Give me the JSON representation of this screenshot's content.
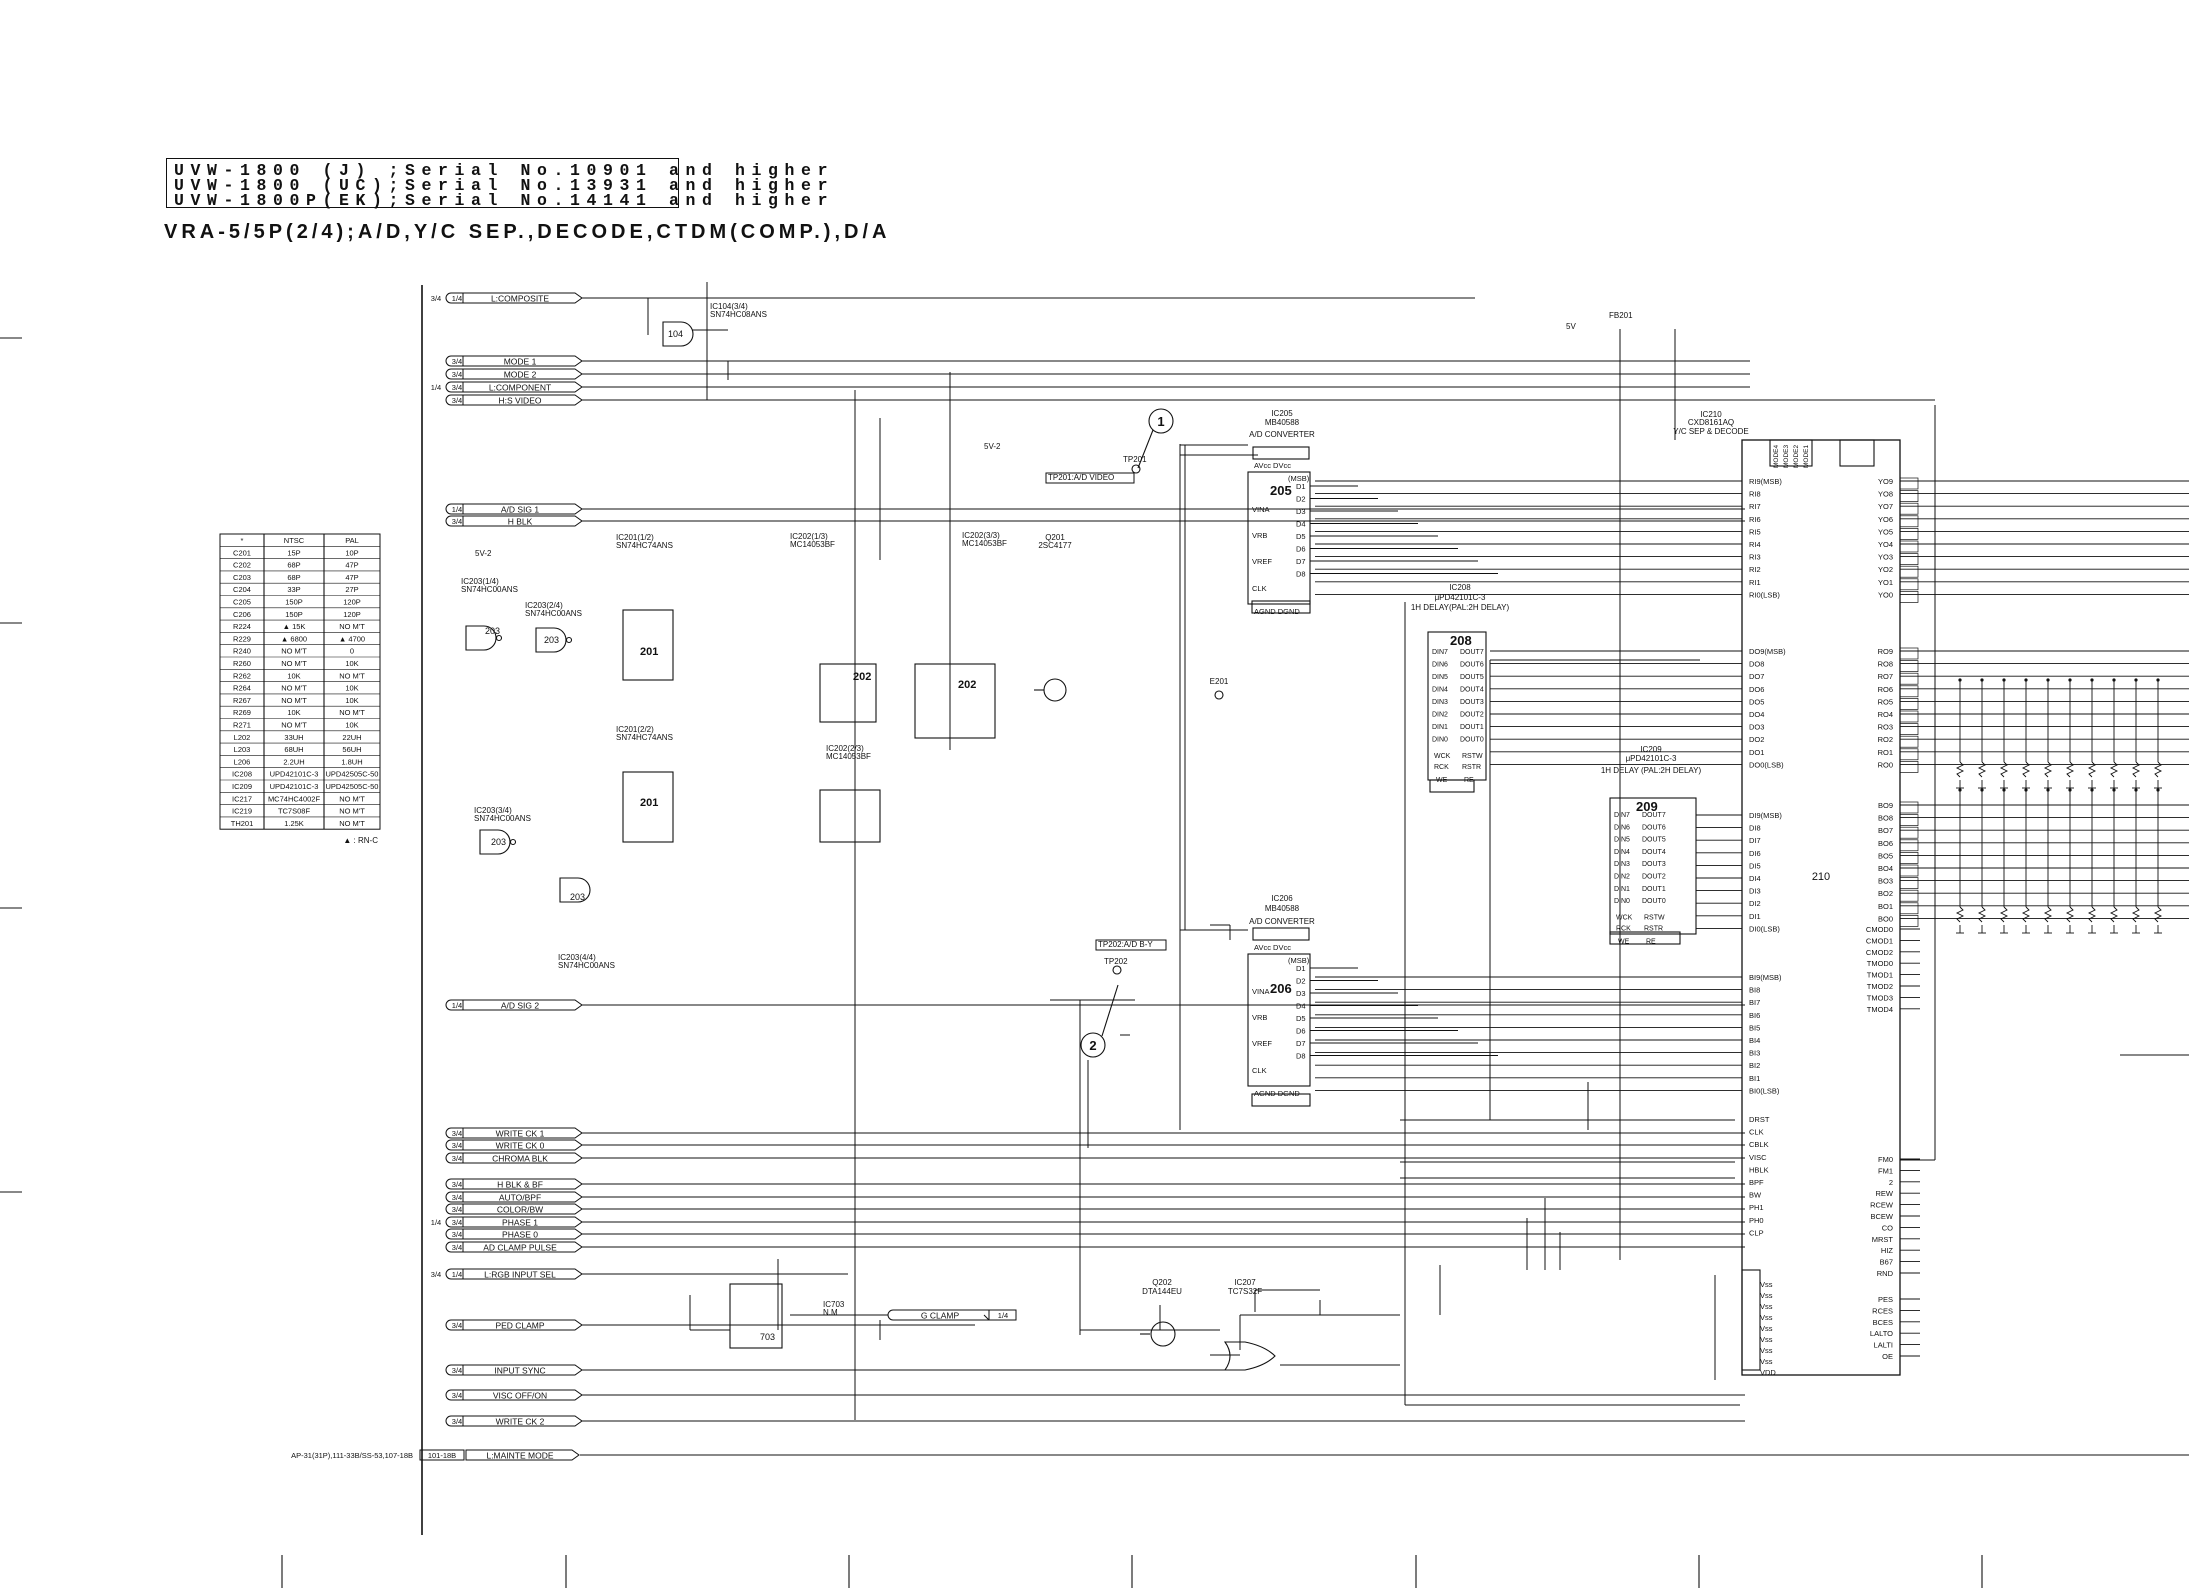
{
  "header": {
    "model_lines": [
      "UVW-1800 (J) ;Serial No.10901 and higher",
      "UVW-1800 (UC);Serial No.13931 and higher",
      "UVW-1800P(EK);Serial No.14141 and higher"
    ],
    "sheet_title": "VRA-5/5P(2/4);A/D,Y/C SEP.,DECODE,CTDM(COMP.),D/A"
  },
  "parts_table": {
    "headers": [
      "*",
      "NTSC",
      "PAL"
    ],
    "rows": [
      [
        "C201",
        "15P",
        "10P"
      ],
      [
        "C202",
        "68P",
        "47P"
      ],
      [
        "C203",
        "68P",
        "47P"
      ],
      [
        "C204",
        "33P",
        "27P"
      ],
      [
        "C205",
        "150P",
        "120P"
      ],
      [
        "C206",
        "150P",
        "120P"
      ],
      [
        "R224",
        "▲ 15K",
        "NO M'T"
      ],
      [
        "R229",
        "▲ 6800",
        "▲ 4700"
      ],
      [
        "R240",
        "NO M'T",
        "0"
      ],
      [
        "R260",
        "NO M'T",
        "10K"
      ],
      [
        "R262",
        "10K",
        "NO M'T"
      ],
      [
        "R264",
        "NO M'T",
        "10K"
      ],
      [
        "R267",
        "NO M'T",
        "10K"
      ],
      [
        "R269",
        "10K",
        "NO M'T"
      ],
      [
        "R271",
        "NO M'T",
        "10K"
      ],
      [
        "L202",
        "33UH",
        "22UH"
      ],
      [
        "L203",
        "68UH",
        "56UH"
      ],
      [
        "L206",
        "2.2UH",
        "1.8UH"
      ],
      [
        "IC208",
        "UPD42101C-3",
        "UPD42505C-50"
      ],
      [
        "IC209",
        "UPD42101C-3",
        "UPD42505C-50"
      ],
      [
        "IC217",
        "MC74HC4002F",
        "NO M'T"
      ],
      [
        "IC219",
        "TC7S08F",
        "NO M'T"
      ],
      [
        "TH201",
        "1.25K",
        "NO M'T"
      ]
    ],
    "footnote": "▲ : RN-C"
  },
  "connectors": [
    {
      "page": "3/4",
      "ref": "1/4",
      "label": "L:COMPOSITE"
    },
    {
      "page": "",
      "ref": "3/4",
      "label": "MODE 1"
    },
    {
      "page": "",
      "ref": "3/4",
      "label": "MODE 2"
    },
    {
      "page": "1/4",
      "ref": "3/4",
      "label": "L:COMPONENT"
    },
    {
      "page": "",
      "ref": "3/4",
      "label": "H:S VIDEO"
    },
    {
      "page": "",
      "ref": "1/4",
      "label": "A/D SIG 1"
    },
    {
      "page": "",
      "ref": "3/4",
      "label": "H BLK"
    },
    {
      "page": "",
      "ref": "1/4",
      "label": "A/D SIG 2"
    },
    {
      "page": "",
      "ref": "3/4",
      "label": "WRITE CK 1"
    },
    {
      "page": "",
      "ref": "3/4",
      "label": "WRITE CK 0"
    },
    {
      "page": "",
      "ref": "3/4",
      "label": "CHROMA BLK"
    },
    {
      "page": "",
      "ref": "3/4",
      "label": "H BLK & BF"
    },
    {
      "page": "",
      "ref": "3/4",
      "label": "AUTO/BPF"
    },
    {
      "page": "",
      "ref": "3/4",
      "label": "COLOR/BW"
    },
    {
      "page": "1/4",
      "ref": "3/4",
      "label": "PHASE 1"
    },
    {
      "page": "",
      "ref": "3/4",
      "label": "PHASE 0"
    },
    {
      "page": "",
      "ref": "3/4",
      "label": "AD CLAMP PULSE"
    },
    {
      "page": "3/4",
      "ref": "1/4",
      "label": "L:RGB INPUT SEL"
    },
    {
      "page": "",
      "ref": "3/4",
      "label": "PED CLAMP"
    },
    {
      "page": "",
      "ref": "3/4",
      "label": "INPUT SYNC"
    },
    {
      "page": "",
      "ref": "3/4",
      "label": "VISC OFF/ON"
    },
    {
      "page": "",
      "ref": "3/4",
      "label": "WRITE CK 2"
    }
  ],
  "mainte": {
    "prefix": "AP-31(31P),111-33B/SS-53,107-18B",
    "ref": "101-18B",
    "label": "L:MAINTE MODE"
  },
  "gclamp": {
    "label": "G CLAMP",
    "ref": "1/4"
  },
  "ics": {
    "ic205": {
      "num": "205",
      "name": "IC205",
      "part": "MB40588",
      "func": "A/D CONVERTER"
    },
    "ic206": {
      "num": "206",
      "name": "IC206",
      "part": "MB40588",
      "func": "A/D CONVERTER"
    },
    "ic208": {
      "num": "208",
      "name": "IC208",
      "part": "μPD42101C-3",
      "func": "1H DELAY(PAL:2H DELAY)"
    },
    "ic209": {
      "num": "209",
      "name": "IC209",
      "part": "μPD42101C-3",
      "func": "1H DELAY (PAL:2H DELAY)"
    },
    "ic210": {
      "num": "210",
      "name": "IC210",
      "part": "CXD8161AQ",
      "func": "Y/C SEP & DECODE"
    },
    "ic201a": {
      "num": "201",
      "name": "IC201(1/2)",
      "part": "SN74HC74ANS"
    },
    "ic201b": {
      "num": "201",
      "name": "IC201(2/2)",
      "part": "SN74HC74ANS"
    },
    "ic202a": {
      "num": "202",
      "name": "IC202(1/3)",
      "part": "MC14053BF"
    },
    "ic202b": {
      "num": "202",
      "name": "IC202(2/3)",
      "part": "MC14053BF"
    },
    "ic202c": {
      "num": "202",
      "name": "IC202(3/3)",
      "part": "MC14053BF"
    },
    "ic203a": {
      "num": "203",
      "name": "IC203(1/4)",
      "part": "SN74HC00ANS"
    },
    "ic203b": {
      "num": "203",
      "name": "IC203(2/4)",
      "part": "SN74HC00ANS"
    },
    "ic203c": {
      "num": "203",
      "name": "IC203(3/4)",
      "part": "SN74HC00ANS"
    },
    "ic203d": {
      "num": "203",
      "name": "IC203(4/4)",
      "part": "SN74HC00ANS"
    },
    "ic104": {
      "num": "104",
      "name": "IC104(3/4)",
      "part": "SN74HC08ANS"
    },
    "ic207": {
      "num": "IC207",
      "name": "IC207",
      "part": "TC7S32F"
    },
    "ic703": {
      "num": "703",
      "name": "IC703",
      "part": "N.M"
    },
    "q201": {
      "name": "Q201",
      "part": "2SC4177"
    },
    "q202": {
      "name": "Q202",
      "part": "DTA144EU"
    }
  },
  "ad_pins": {
    "left": [
      "VINA",
      "VRB",
      "VREF",
      "CLK"
    ],
    "right": [
      "D1",
      "D2",
      "D3",
      "D4",
      "D5",
      "D6",
      "D7",
      "D8"
    ],
    "top": "AVcc DVcc",
    "bottom": "AGND DGND",
    "msb": "(MSB)"
  },
  "delay_pins": {
    "din": [
      "DIN7",
      "DIN6",
      "DIN5",
      "DIN4",
      "DIN3",
      "DIN2",
      "DIN1",
      "DIN0"
    ],
    "dout": [
      "DOUT7",
      "DOUT6",
      "DOUT5",
      "DOUT4",
      "DOUT3",
      "DOUT2",
      "DOUT1",
      "DOUT0"
    ],
    "ctrl": [
      "WCK",
      "RCK",
      "RSTW",
      "RSTR",
      "WE",
      "RE"
    ]
  },
  "ic210_pins": {
    "r": [
      "RI9(MSB)",
      "RI8",
      "RI7",
      "RI6",
      "RI5",
      "RI4",
      "RI3",
      "RI2",
      "RI1",
      "RI0(LSB)"
    ],
    "do": [
      "DO9(MSB)",
      "DO8",
      "DO7",
      "DO6",
      "DO5",
      "DO4",
      "DO3",
      "DO2",
      "DO1",
      "DO0(LSB)"
    ],
    "di": [
      "DI9(MSB)",
      "DI8",
      "DI7",
      "DI6",
      "DI5",
      "DI4",
      "DI3",
      "DI2",
      "DI1",
      "DI0(LSB)"
    ],
    "b": [
      "BI9(MSB)",
      "BI8",
      "BI7",
      "BI6",
      "BI5",
      "BI4",
      "BI3",
      "BI2",
      "BI1",
      "BI0(LSB)"
    ],
    "ctrl": [
      "DRST",
      "CLK",
      "CBLK",
      "VISC",
      "HBLK",
      "BPF",
      "BW",
      "PH1",
      "PH0",
      "CLP"
    ],
    "vss": [
      "Vss",
      "Vss",
      "Vss",
      "Vss",
      "Vss",
      "Vss",
      "Vss",
      "Vss",
      "VDD"
    ],
    "y_out": [
      "YO9",
      "YO8",
      "YO7",
      "YO6",
      "YO5",
      "YO4",
      "YO3",
      "YO2",
      "YO1",
      "YO0"
    ],
    "r_out": [
      "RO9",
      "RO8",
      "RO7",
      "RO6",
      "RO5",
      "RO4",
      "RO3",
      "RO2",
      "RO1",
      "RO0"
    ],
    "b_out": [
      "BO9",
      "BO8",
      "BO7",
      "BO6",
      "BO5",
      "BO4",
      "BO3",
      "BO2",
      "BO1",
      "BO0"
    ],
    "mode": [
      "CMOD0",
      "CMOD1",
      "CMOD2",
      "TMOD0",
      "TMOD1",
      "TMOD2",
      "TMOD3",
      "TMOD4"
    ],
    "misc": [
      "FM0",
      "FM1",
      "2",
      "REW",
      "RCEW",
      "BCEW",
      "CO",
      "MRST",
      "HIZ",
      "B67",
      "RND"
    ],
    "misc2": [
      "PES",
      "RCES",
      "BCES",
      "LALTO",
      "LALTI",
      "OE"
    ],
    "top": [
      "MODE4",
      "MODE3",
      "MODE2",
      "MODE1"
    ]
  },
  "testpoints": {
    "tp201": "TP201:A/D VIDEO",
    "tp202": "TP202:A/D B-Y",
    "tp201_name": "TP201",
    "tp202_name": "TP202",
    "e201": "E201"
  },
  "markers": {
    "m1": "1",
    "m2": "2"
  },
  "supplies": {
    "v5_2": "5V-2",
    "v5": "5V",
    "fb201": "FB201"
  }
}
